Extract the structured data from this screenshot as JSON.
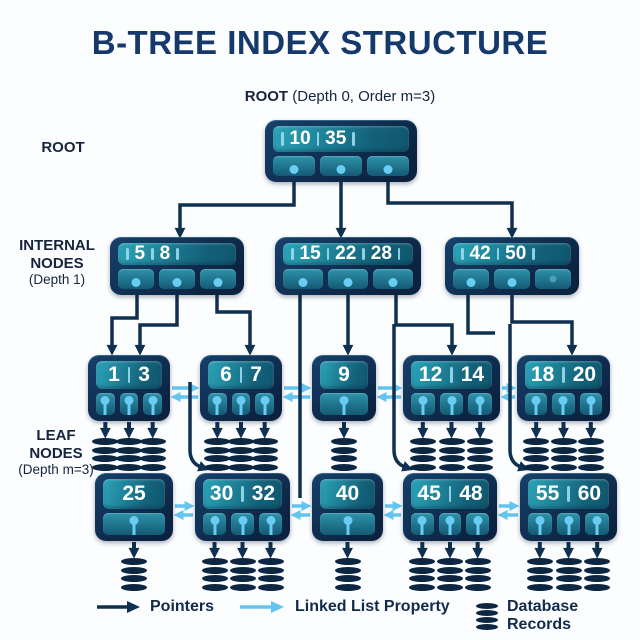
{
  "title": "B-TREE INDEX STRUCTURE",
  "root_annotation": {
    "bold": "ROOT",
    "rest": " (Depth 0, Order m=3)"
  },
  "side_labels": {
    "root": "ROOT",
    "internal_line1": "INTERNAL",
    "internal_line2": "NODES",
    "internal_depth": "(Depth 1)",
    "leaf_line1": "LEAF",
    "leaf_line2": "NODES",
    "leaf_depth": "(Depth m=3)"
  },
  "tree": {
    "root": {
      "id": "root",
      "keys": [
        "10",
        "35"
      ],
      "slots": 3
    },
    "internal": [
      {
        "id": "i1",
        "keys": [
          "5",
          "8"
        ],
        "slots": 3
      },
      {
        "id": "i2",
        "keys": [
          "15",
          "22",
          "28"
        ],
        "slots": 3
      },
      {
        "id": "i3",
        "keys": [
          "42",
          "50"
        ],
        "slots": 3,
        "empty_last_slot": true
      }
    ],
    "leaves_row1": [
      {
        "id": "l1",
        "keys": [
          "1",
          "3"
        ],
        "slots": 3,
        "records": 3
      },
      {
        "id": "l2",
        "keys": [
          "6",
          "7"
        ],
        "slots": 3,
        "records": 3
      },
      {
        "id": "l3",
        "keys": [
          "9"
        ],
        "slots": 1,
        "records": 1
      },
      {
        "id": "l4",
        "keys": [
          "12",
          "14"
        ],
        "slots": 3,
        "records": 3
      },
      {
        "id": "l5",
        "keys": [
          "18",
          "20"
        ],
        "slots": 3,
        "records": 3
      }
    ],
    "leaves_row2": [
      {
        "id": "m1",
        "keys": [
          "25"
        ],
        "slots": 1,
        "records": 1
      },
      {
        "id": "m2",
        "keys": [
          "30",
          "32"
        ],
        "slots": 3,
        "records": 3
      },
      {
        "id": "m3",
        "keys": [
          "40"
        ],
        "slots": 1,
        "records": 1
      },
      {
        "id": "m4",
        "keys": [
          "45",
          "48"
        ],
        "slots": 3,
        "records": 3
      },
      {
        "id": "m5",
        "keys": [
          "55",
          "60"
        ],
        "slots": 3,
        "records": 3
      }
    ]
  },
  "legend": [
    {
      "icon": "pointer-arrow-icon",
      "label": "Pointers"
    },
    {
      "icon": "linked-list-arrow-icon",
      "label": "Linked List Property"
    },
    {
      "icon": "database-cylinder-icon",
      "label": "Database Records"
    }
  ],
  "colors": {
    "title": "#16396b",
    "node_body": "#0b2240",
    "key_teal": "#1d7f98",
    "pointer_line": "#10304f",
    "linked_list": "#63c5ee",
    "record_icon": "#0d2743",
    "dot": "#69ccf3"
  }
}
